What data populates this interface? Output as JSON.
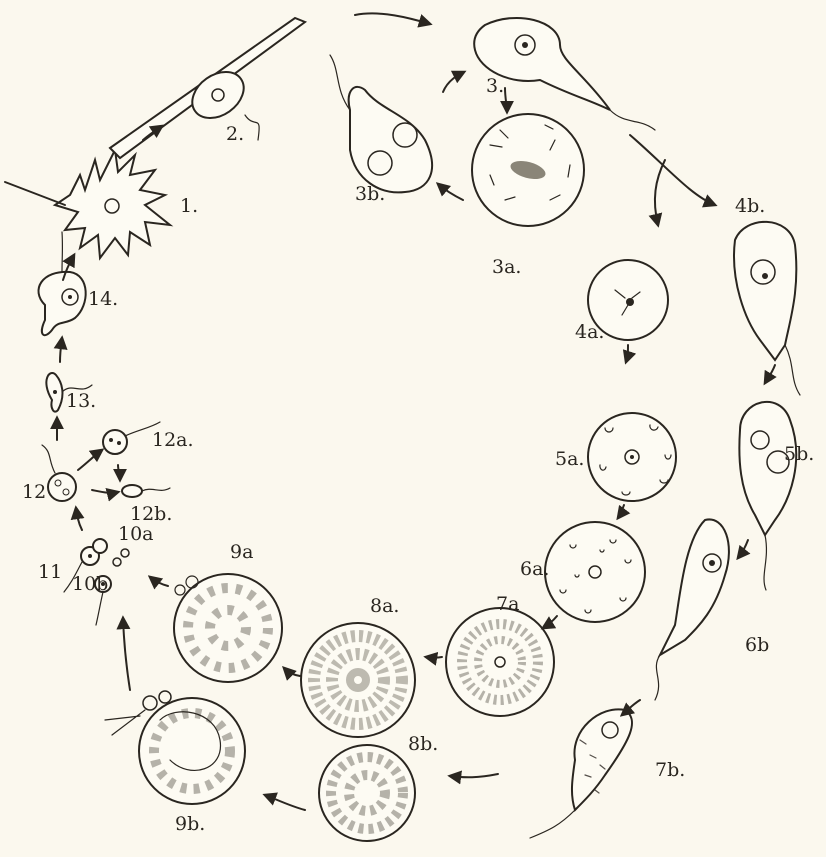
{
  "diagram": {
    "ink_color": "#2a2620",
    "paper_color": "#fbf8ee",
    "stage_labels": {
      "s1": "1.",
      "s2": "2.",
      "s3": "3.",
      "s3a": "3a.",
      "s3b": "3b.",
      "s4a": "4a.",
      "s4b": "4b.",
      "s5a": "5a.",
      "s5b": "5b.",
      "s6a": "6a.",
      "s6b": "6b",
      "s7a": "7a",
      "s7b": "7b.",
      "s8a": "8a.",
      "s8b": "8b.",
      "s9a": "9a",
      "s9b": "9b.",
      "s10a": "10a",
      "s10b": "10b",
      "s11": "11",
      "s12": "12",
      "s12a": "12a.",
      "s12b": "12b.",
      "s13": "13.",
      "s14": "14."
    }
  }
}
